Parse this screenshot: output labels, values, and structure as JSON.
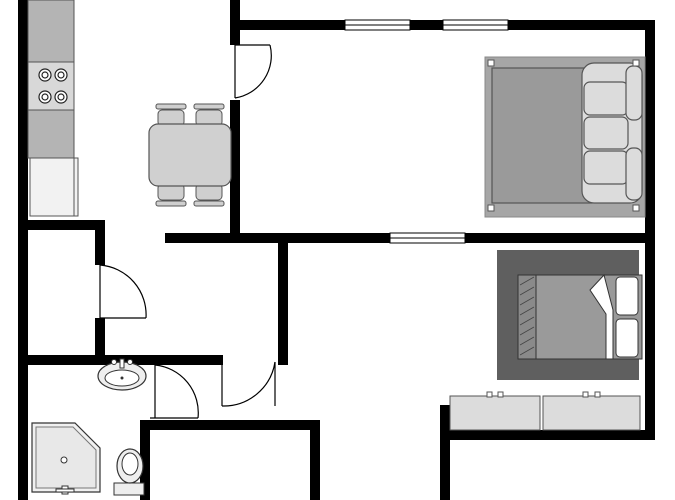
{
  "colors": {
    "wall": "#000000",
    "floor": "#ffffff",
    "counter": "#b4b4b4",
    "rug": "#a6a6a6",
    "rug_dark": "#5f5f5f",
    "bed_sheet": "#9a9a9a",
    "fixture": "#eeeeee",
    "furniture_outline": "#555555"
  },
  "rooms": [
    "kitchen",
    "dining",
    "living-room",
    "closet",
    "hallway",
    "bathroom",
    "bedroom"
  ],
  "furniture": {
    "dining_chairs": 4,
    "stove_burners": 4,
    "sofa_seat_cushions": 3,
    "bed_pillows": 2,
    "dresser_units": 2,
    "windows": 3
  }
}
